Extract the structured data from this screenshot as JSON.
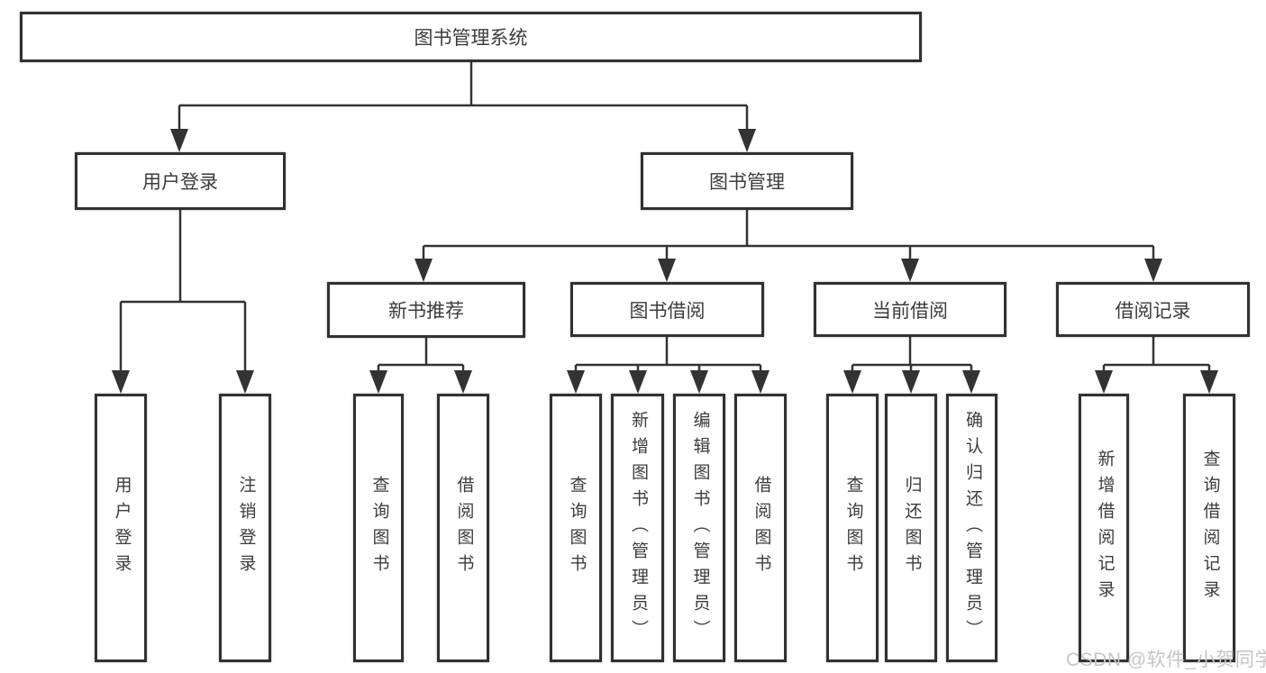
{
  "diagram": {
    "type": "hierarchy-tree",
    "root": {
      "label": "图书管理系统",
      "children": [
        {
          "label": "用户登录",
          "children": [
            {
              "label": "用户登录"
            },
            {
              "label": "注销登录"
            }
          ]
        },
        {
          "label": "图书管理",
          "children": [
            {
              "label": "新书推荐",
              "children": [
                {
                  "label": "查询图书"
                },
                {
                  "label": "借阅图书"
                }
              ]
            },
            {
              "label": "图书借阅",
              "children": [
                {
                  "label": "查询图书"
                },
                {
                  "label": "新增图书（管理员）"
                },
                {
                  "label": "编辑图书（管理员）"
                },
                {
                  "label": "借阅图书"
                }
              ]
            },
            {
              "label": "当前借阅",
              "children": [
                {
                  "label": "查询图书"
                },
                {
                  "label": "归还图书"
                },
                {
                  "label": "确认归还（管理员）"
                }
              ]
            },
            {
              "label": "借阅记录",
              "children": [
                {
                  "label": "新增借阅记录"
                },
                {
                  "label": "查询借阅记录"
                }
              ]
            }
          ]
        }
      ]
    }
  },
  "watermark": {
    "text": "CSDN @软件_小贺同学",
    "color": "#ccc3c3"
  },
  "colors": {
    "background": "#ffffff",
    "box_fill": "#ffffff",
    "box_border": "#313131",
    "text": "#3c3c3c",
    "connector": "#333333"
  }
}
